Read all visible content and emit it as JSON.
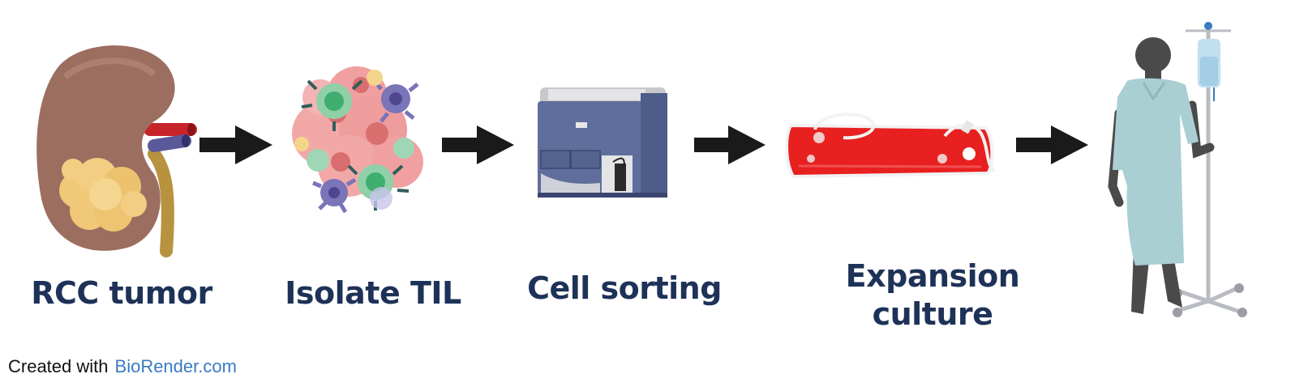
{
  "steps": [
    {
      "label": "RCC tumor",
      "icon": "kidney-tumor-icon"
    },
    {
      "label": "Isolate TIL",
      "icon": "til-cells-icon"
    },
    {
      "label": "Cell sorting",
      "icon": "cell-sorter-icon"
    },
    {
      "label": "Expansion culture",
      "label_lines": [
        "Expansion",
        "culture"
      ],
      "icon": "culture-bag-icon"
    },
    {
      "label": "",
      "icon": "patient-iv-icon"
    }
  ],
  "credit": {
    "prefix": "Created with",
    "brand": "BioRender.com"
  },
  "colors": {
    "label": "#1e3258",
    "arrow": "#1a1a1a",
    "kidney": "#9c6e60",
    "tumor": "#f0c878",
    "culture_bag": "#e82020",
    "gown": "#a9cfd3",
    "brand": "#3a7ac2"
  }
}
